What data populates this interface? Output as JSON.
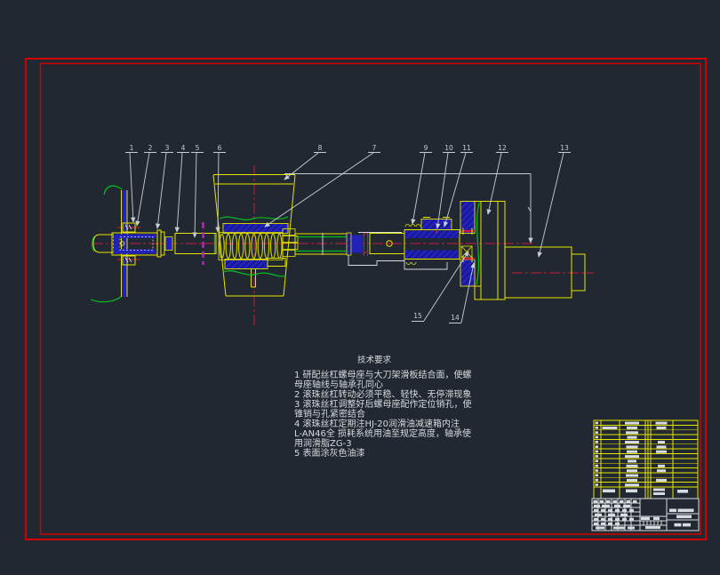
{
  "palette": {
    "background": "#222831",
    "frame_red": "#d40000",
    "centerline_red": "#cc1a3c",
    "line_yellow": "#e5e500",
    "section_blue": "#2222bb",
    "break_green": "#00c020",
    "mark_magenta": "#c31fc3",
    "text_white": "#d6dade"
  },
  "callouts": [
    "1",
    "2",
    "3",
    "4",
    "5",
    "6",
    "7",
    "8",
    "9",
    "10",
    "11",
    "12",
    "13",
    "14",
    "15"
  ],
  "tech": {
    "title": "技术要求",
    "lines": [
      "1 研配丝杠螺母座与大刀架滑板结合面，使螺",
      "母座轴线与轴承孔同心",
      "2 滚珠丝杠转动必须平稳、轻快、无停滞现象",
      "3 滚珠丝杠调整好后螺母座配作定位销孔，使",
      "锥销与孔紧密结合",
      "4 滚珠丝杠定期注HJ-20润滑油减速箱内注",
      "L-AN46全    损耗系统用油至规定高度，轴承使",
      "用润滑脂ZG-3",
      "5 表面涂灰色油漆"
    ]
  },
  "parts_list": {
    "row_count": 14,
    "rows": [
      [
        16,
        13,
        0
      ],
      [
        12,
        11,
        17
      ],
      [
        14,
        0,
        0
      ],
      [
        11,
        0,
        0
      ],
      [
        16,
        8,
        0
      ],
      [
        13,
        11,
        0
      ],
      [
        12,
        12,
        0
      ],
      [
        16,
        0,
        0
      ],
      [
        10,
        0,
        0
      ],
      [
        13,
        8,
        0
      ],
      [
        12,
        10,
        0
      ],
      [
        14,
        0,
        0
      ],
      [
        12,
        12,
        0
      ],
      [
        16,
        0,
        0
      ]
    ],
    "marks": [
      [
        678,
        550.5,
        14,
        3.6
      ],
      [
        704,
        550.5,
        13,
        3.6
      ],
      [
        735,
        549.5,
        13,
        3
      ],
      [
        735,
        554,
        13,
        3
      ],
      [
        762,
        551,
        12,
        3.6
      ]
    ]
  },
  "title_block": {
    "marks": [
      [
        667.5,
        562.8,
        4.5,
        2.8
      ],
      [
        674.5,
        562.8,
        4.5,
        2.8
      ],
      [
        682,
        562.8,
        4.5,
        2.8
      ],
      [
        689.5,
        562.8,
        4.5,
        2.8
      ],
      [
        697,
        562.8,
        4.5,
        2.8
      ],
      [
        704.5,
        562.8,
        4.5,
        2.8
      ],
      [
        712,
        562.8,
        4.5,
        2.8
      ],
      [
        668,
        567.8,
        7,
        2.8
      ],
      [
        677,
        567.8,
        9,
        2.8
      ],
      [
        691,
        567.8,
        7,
        2.8
      ],
      [
        701,
        567.8,
        8,
        2.8
      ],
      [
        668,
        572.8,
        5,
        2.8
      ],
      [
        676,
        572.8,
        5,
        2.8
      ],
      [
        684,
        572.8,
        5,
        2.8
      ],
      [
        692,
        572.8,
        5,
        2.8
      ],
      [
        700,
        572.8,
        5,
        2.8
      ],
      [
        708,
        572.8,
        5,
        2.8
      ],
      [
        669,
        577.8,
        8,
        2.8
      ],
      [
        684,
        577.8,
        8,
        2.8
      ],
      [
        698,
        577.8,
        8,
        2.8
      ],
      [
        668,
        582.8,
        5,
        2.8
      ],
      [
        676,
        582.8,
        5,
        2.8
      ],
      [
        684,
        582.8,
        5,
        2.8
      ],
      [
        692,
        582.8,
        5,
        2.8
      ],
      [
        700,
        582.8,
        5,
        2.8
      ],
      [
        708,
        582.8,
        5,
        2.8
      ],
      [
        668,
        587.8,
        5,
        2.8
      ],
      [
        676,
        587.8,
        5,
        2.8
      ],
      [
        684,
        587.8,
        5,
        2.8
      ],
      [
        692,
        587.8,
        5,
        2.8
      ],
      [
        670,
        592.5,
        10,
        3
      ],
      [
        690,
        592.5,
        13,
        3
      ],
      [
        706,
        592.5,
        8,
        3
      ],
      [
        721,
        581.8,
        10,
        3.2
      ],
      [
        735,
        581.8,
        7,
        3.2
      ],
      [
        726,
        592,
        17,
        3.2
      ],
      [
        753,
        572.5,
        8,
        3.6
      ],
      [
        762.5,
        572.5,
        18,
        3.6
      ],
      [
        761,
        579.5,
        17,
        3.6
      ],
      [
        758.5,
        588.8,
        8,
        3.6
      ],
      [
        768,
        588.8,
        9,
        3.6
      ]
    ]
  }
}
